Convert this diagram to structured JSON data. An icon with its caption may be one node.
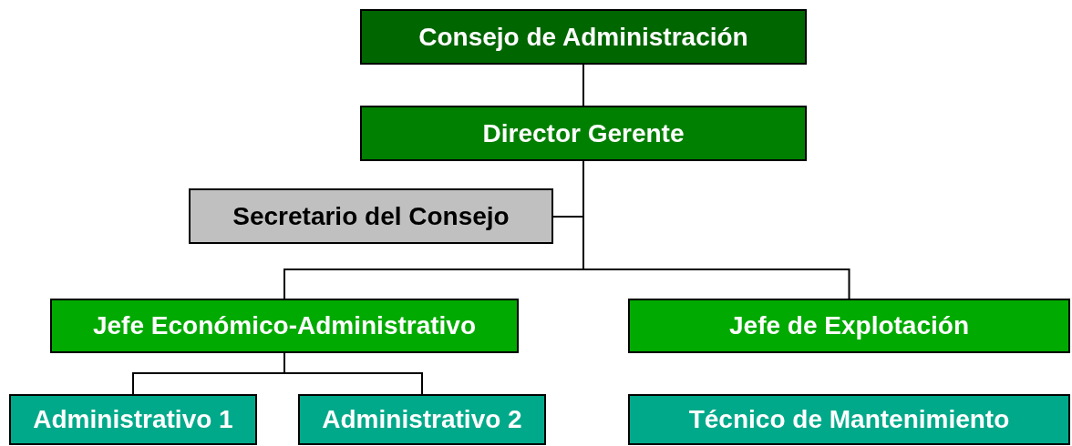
{
  "diagram": {
    "nodes": [
      {
        "text": [
          "Consejo de Administración"
        ]
      },
      {
        "text": [
          "Director Gerente"
        ]
      },
      {
        "text": [
          "Secretario del Consejo"
        ]
      },
      {
        "text": [
          "Jefe Económico-Administrativo"
        ]
      },
      {
        "text": [
          "Jefe de Explotación"
        ]
      },
      {
        "text": [
          "Administrativo 1"
        ]
      },
      {
        "text": [
          "Administrativo 2"
        ]
      },
      {
        "text": [
          "Técnico de Mantenimiento"
        ]
      }
    ],
    "edges": [
      {
        "from": 0,
        "to": 1,
        "arrow": "none"
      },
      {
        "from": 1,
        "to": 2,
        "arrow": "none"
      },
      {
        "from": 1,
        "to": 3,
        "arrow": "none"
      },
      {
        "from": 1,
        "to": 4,
        "arrow": "none"
      },
      {
        "from": 3,
        "to": 5,
        "arrow": "none"
      },
      {
        "from": 3,
        "to": 6,
        "arrow": "none"
      }
    ]
  }
}
